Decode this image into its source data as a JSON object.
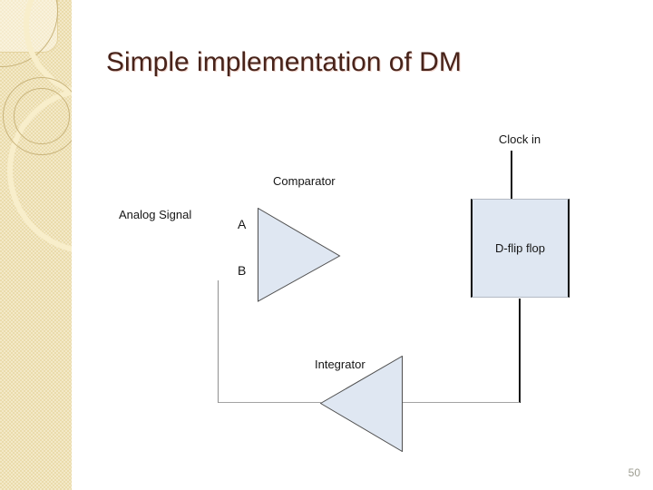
{
  "slide": {
    "title": "Simple implementation of DM",
    "page_number": "50"
  },
  "diagram": {
    "analog_signal_label": "Analog Signal",
    "comparator_label": "Comparator",
    "input_a_label": "A",
    "input_b_label": "B",
    "clock_in_label": "Clock in",
    "d_flip_flop_label": "D-flip flop",
    "integrator_label": "Integrator"
  },
  "theme": {
    "colors": {
      "title_color": "#47231a",
      "shape_fill": "#dfe7f2",
      "shape_stroke": "#4f4f4f",
      "wire_dark": "#141414",
      "wire_gray": "#a3a3a3",
      "label_color": "#161616",
      "sidebar_base": "#eadbab",
      "sidebar_check": "#f3e9c8",
      "page_number_color": "#9c9c90"
    }
  }
}
